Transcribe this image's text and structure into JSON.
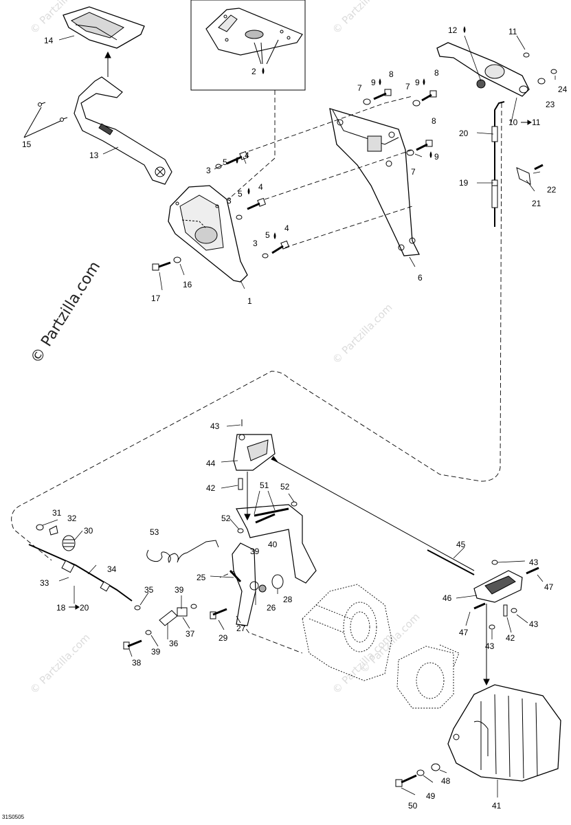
{
  "watermark": {
    "main": "© Partzilla.com",
    "faint": "© Partzilla.com"
  },
  "drawing_code": "31S0505",
  "callouts": {
    "c1": "1",
    "c2": "2",
    "c3a": "3",
    "c3b": "3",
    "c3c": "3",
    "c4a": "4",
    "c4b": "4",
    "c4c": "4",
    "c5a": "5",
    "c5b": "5",
    "c5c": "5",
    "c6": "6",
    "c7a": "7",
    "c7b": "7",
    "c7c": "7",
    "c8a": "8",
    "c8b": "8",
    "c8c": "8",
    "c9a": "9",
    "c9b": "9",
    "c9c": "9",
    "c10": "10",
    "c10to": "11",
    "c11": "11",
    "c12": "12",
    "c13": "13",
    "c14": "14",
    "c15": "15",
    "c16": "16",
    "c17": "17",
    "c18": "18",
    "c18to": "20",
    "c19": "19",
    "c20": "20",
    "c21": "21",
    "c22": "22",
    "c23": "23",
    "c24": "24",
    "c25": "25",
    "c26": "26",
    "c27": "27",
    "c28": "28",
    "c29": "29",
    "c30": "30",
    "c31": "31",
    "c32": "32",
    "c33": "33",
    "c34": "34",
    "c35": "35",
    "c36": "36",
    "c37": "37",
    "c38": "38",
    "c39a": "39",
    "c39b": "39",
    "c39c": "39",
    "c40": "40",
    "c41": "41",
    "c42a": "42",
    "c42b": "42",
    "c43a": "43",
    "c43b": "43",
    "c43c": "43",
    "c43d": "43",
    "c44": "44",
    "c45": "45",
    "c46": "46",
    "c47a": "47",
    "c47b": "47",
    "c48": "48",
    "c49": "49",
    "c50": "50",
    "c51": "51",
    "c52a": "52",
    "c52b": "52",
    "c53": "53"
  }
}
